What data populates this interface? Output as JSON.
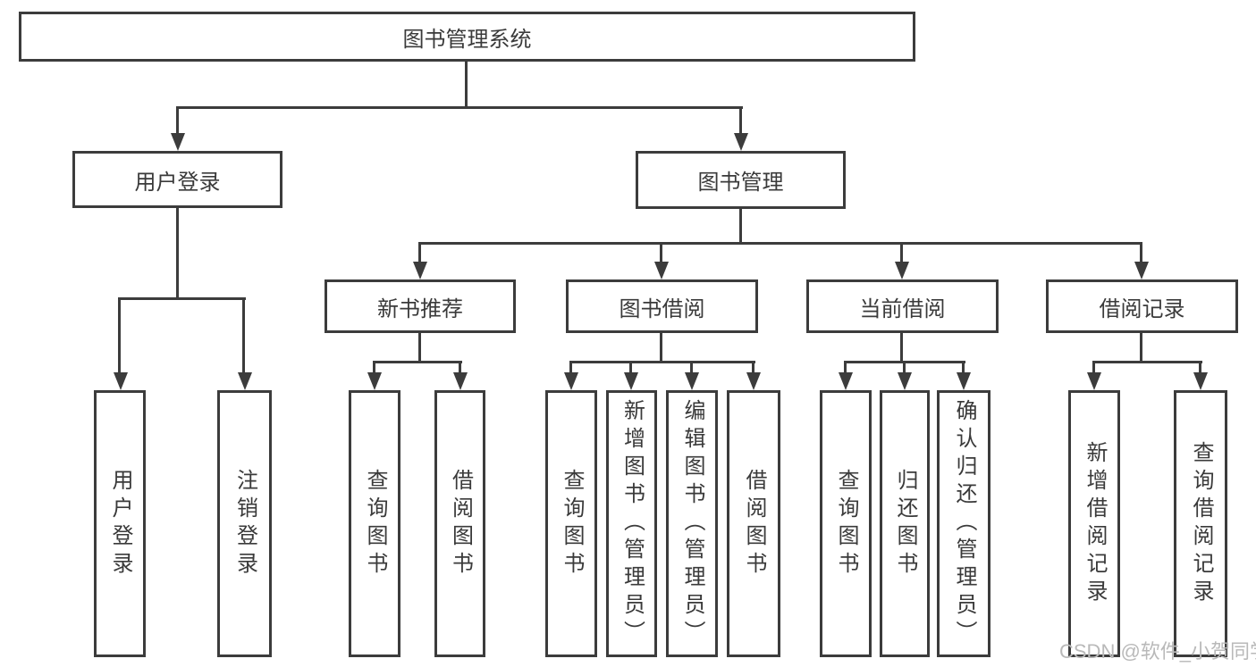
{
  "diagram": {
    "title": "图书管理系统",
    "nodes": {
      "root": "图书管理系统",
      "user_login": "用户登录",
      "book_mgmt": "图书管理",
      "new_book_rec": "新书推荐",
      "book_borrow": "图书借阅",
      "current_borrow": "当前借阅",
      "borrow_record": "借阅记录",
      "ul_login": "用户登录",
      "ul_logout": "注销登录",
      "nbr_query": "查询图书",
      "nbr_borrow": "借阅图书",
      "bb_query": "查询图书",
      "bb_add": "新增图书（管理员）",
      "bb_edit": "编辑图书（管理员）",
      "bb_borrow": "借阅图书",
      "cb_query": "查询图书",
      "cb_return": "归还图书",
      "cb_confirm": "确认归还（管理员）",
      "br_add": "新增借阅记录",
      "br_query": "查询借阅记录"
    }
  },
  "watermark": "CSDN @软件_小贺同学",
  "colors": {
    "line": "#3c3c3c",
    "text": "#3a3a3a",
    "watermark": "#b9b9b9",
    "background": "#ffffff"
  }
}
